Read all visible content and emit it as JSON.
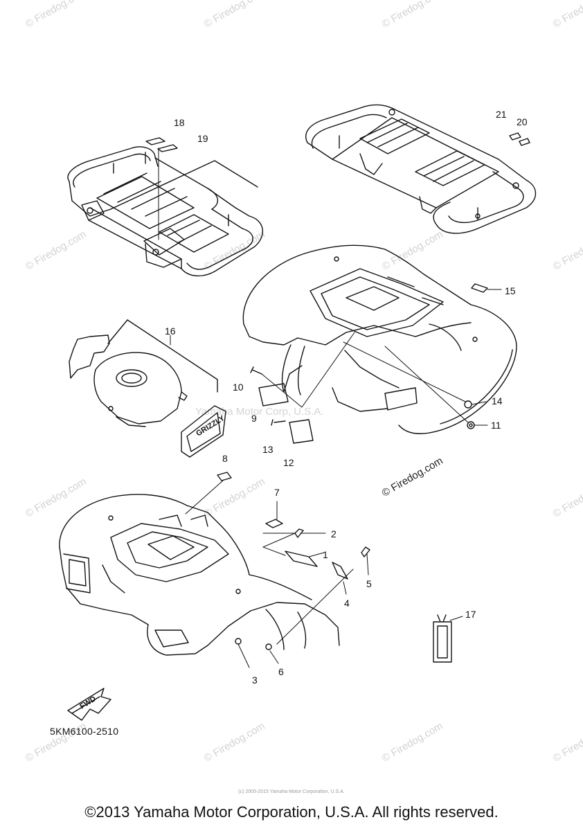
{
  "watermarks": {
    "firedog": "© Firedog.com",
    "yamaha_center": "Yamaha Motor Corp, U.S.A."
  },
  "firedog_link": "© Firedog.com",
  "callouts": {
    "c1": "1",
    "c2": "2",
    "c3": "3",
    "c4": "4",
    "c5": "5",
    "c6": "6",
    "c7": "7",
    "c8": "8",
    "c9": "9",
    "c10": "10",
    "c11": "11",
    "c12": "12",
    "c13": "13",
    "c14": "14",
    "c15": "15",
    "c16": "16",
    "c17": "17",
    "c18": "18",
    "c19": "19",
    "c20": "20",
    "c21": "21"
  },
  "fwd_label": "FWD",
  "part_code": "5KM6100-2510",
  "small_copyright": "(c) 2005-2015 Yamaha Motor Corporation, U.S.A.",
  "copyright": "©2013 Yamaha Motor Corporation, U.S.A. All rights reserved."
}
